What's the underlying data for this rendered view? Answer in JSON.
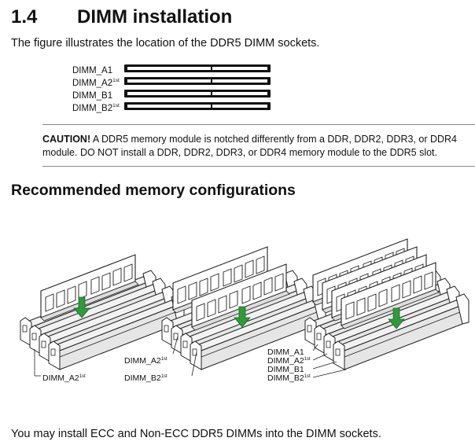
{
  "section": {
    "number": "1.4",
    "title": "DIMM installation"
  },
  "intro": "The figure illustrates the location of the DDR5 DIMM sockets.",
  "slots": [
    {
      "name": "DIMM_A1",
      "sup": ""
    },
    {
      "name": "DIMM_A2",
      "sup": "1st"
    },
    {
      "name": "DIMM_B1",
      "sup": ""
    },
    {
      "name": "DIMM_B2",
      "sup": "1st"
    }
  ],
  "caution": {
    "label": "CAUTION!",
    "text": " A DDR5 memory module is notched differently from a DDR, DDR2, DDR3, or DDR4 module. DO NOT install a DDR, DDR2, DDR3, or DDR4 memory module to the DDR5 slot."
  },
  "heading2": "Recommended memory configurations",
  "configs": {
    "one": [
      {
        "name": "DIMM_A2",
        "sup": "1st"
      }
    ],
    "two": [
      {
        "name": "DIMM_A2",
        "sup": "1st"
      },
      {
        "name": "DIMM_B2",
        "sup": "1st"
      }
    ],
    "four": [
      {
        "name": "DIMM_A1",
        "sup": ""
      },
      {
        "name": "DIMM_A2",
        "sup": "1st"
      },
      {
        "name": "DIMM_B1",
        "sup": ""
      },
      {
        "name": "DIMM_B2",
        "sup": "1st"
      }
    ]
  },
  "footer": "You may install ECC and Non-ECC DDR5 DIMMs into the DIMM sockets.",
  "colors": {
    "arrow": "#2e9a3a",
    "text": "#111111",
    "rule": "#888888"
  }
}
